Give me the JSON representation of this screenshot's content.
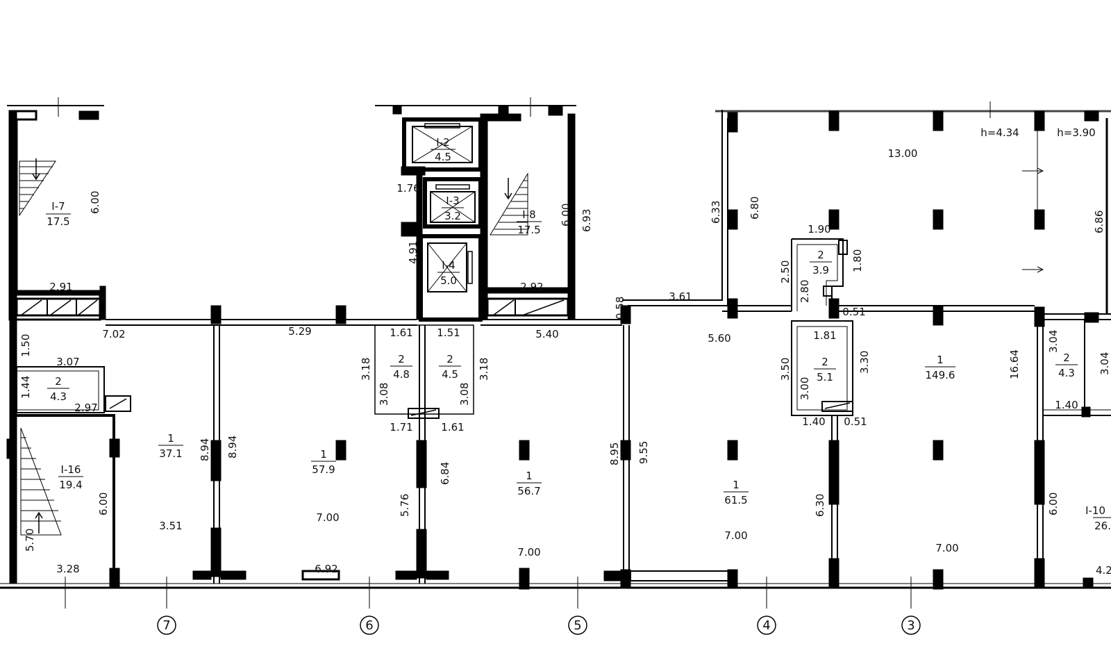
{
  "rooms": [
    {
      "id": "I-7",
      "area": "17.5"
    },
    {
      "id": "I-2",
      "area": "4.5"
    },
    {
      "id": "I-3",
      "area": "3.2"
    },
    {
      "id": "I-4",
      "area": "5.0"
    },
    {
      "id": "I-8",
      "area": "17.5"
    },
    {
      "id": "I-16",
      "area": "19.4"
    },
    {
      "id": "I-10",
      "area": "26."
    },
    {
      "id": "1",
      "area": "37.1"
    },
    {
      "id": "1",
      "area": "57.9"
    },
    {
      "id": "1",
      "area": "56.7"
    },
    {
      "id": "1",
      "area": "61.5"
    },
    {
      "id": "1",
      "area": "149.6"
    },
    {
      "id": "2",
      "area": "4.3"
    },
    {
      "id": "2",
      "area": "4.8"
    },
    {
      "id": "2",
      "area": "4.5"
    },
    {
      "id": "2",
      "area": "3.9"
    },
    {
      "id": "2",
      "area": "5.1"
    },
    {
      "id": "2",
      "area": "4.3"
    }
  ],
  "dims": [
    "6.00",
    "2.91",
    "7.02",
    "1.50",
    "3.07",
    "1.44",
    "2.97",
    "6.00",
    "5.70",
    "3.28",
    "8.94",
    "8.94",
    "3.51",
    "5.29",
    "1.61",
    "1.51",
    "3.18",
    "3.08",
    "3.08",
    "3.18",
    "1.71",
    "1.61",
    "1.76",
    "4.91",
    "6.00",
    "6.93",
    "2.92",
    "5.40",
    "7.00",
    "5.76",
    "6.84",
    "6.92",
    "8.95",
    "9.55",
    "7.00",
    "0.58",
    "3.61",
    "5.60",
    "6.33",
    "6.80",
    "7.00",
    "1.90",
    "2.50",
    "2.80",
    "1.80",
    "0.51",
    "1.81",
    "3.50",
    "3.30",
    "3.00",
    "1.40",
    "0.51",
    "6.30",
    "13.00",
    "16.64",
    "7.00",
    "h=4.34",
    "h=3.90",
    "6.86",
    "3.04",
    "3.04",
    "1.40",
    "6.00",
    "4.2"
  ],
  "axes": [
    "7",
    "6",
    "5",
    "4",
    "3"
  ]
}
